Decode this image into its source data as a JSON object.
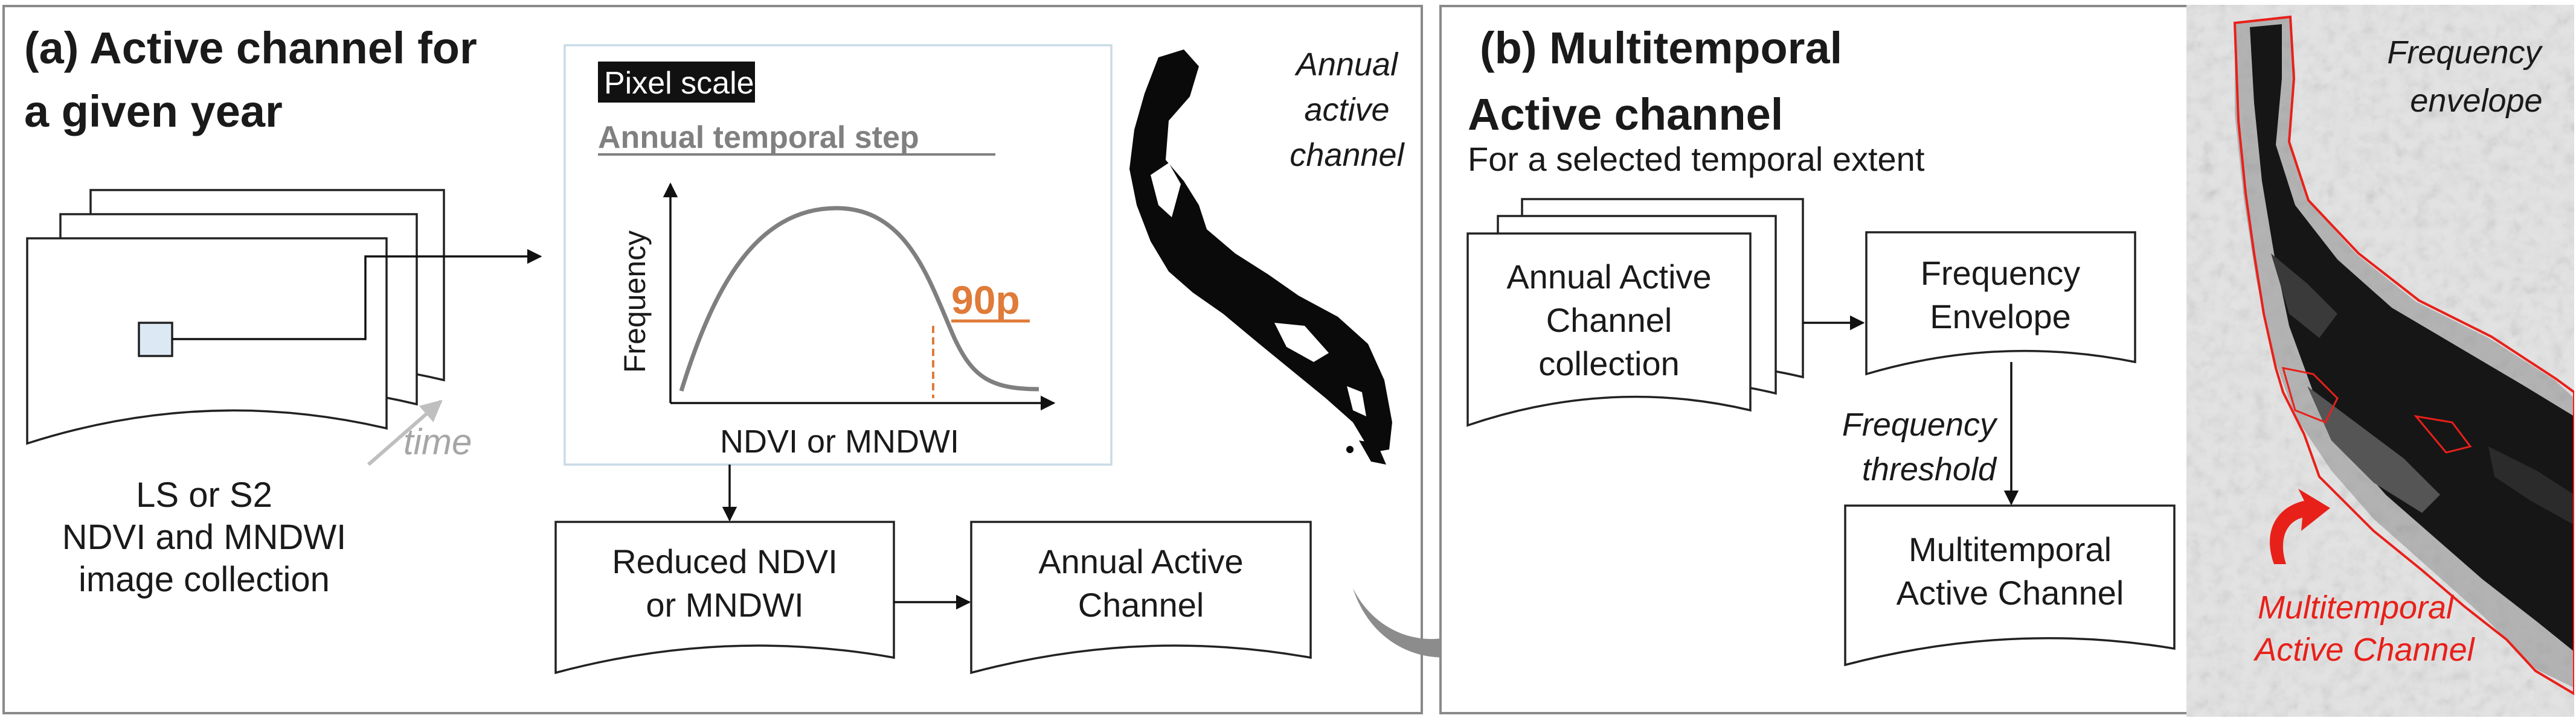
{
  "panel_a": {
    "title_line1": "(a) Active channel for",
    "title_line2": "a given year",
    "pixel_scale": "Pixel scale",
    "annual_step": "Annual temporal step",
    "y_axis_label": "Frequency",
    "x_axis_label": "NDVI or MNDWI",
    "percentile_label": "90p",
    "time_label": "time",
    "collection_line1": "LS  or S2",
    "collection_line2": "NDVI and MNDWI",
    "collection_line3": "image collection",
    "reduced_line1": "Reduced NDVI",
    "reduced_line2": "or MNDWI",
    "annual_out_line1": "Annual Active",
    "annual_out_line2": "Channel",
    "map_label_line1": "Annual",
    "map_label_line2": "active",
    "map_label_line3": "channel"
  },
  "panel_b": {
    "title_line1": "(b) Multitemporal",
    "title_line2": "Active channel",
    "subtitle": "For a selected temporal  extent",
    "collection_line1": "Annual Active",
    "collection_line2": "Channel",
    "collection_line3": "collection",
    "envelope_line1": "Frequency",
    "envelope_line2": "Envelope",
    "threshold_line1": "Frequency",
    "threshold_line2": "threshold",
    "output_line1": "Multitemporal",
    "output_line2": "Active Channel",
    "map_label_line1": "Frequency",
    "map_label_line2": "envelope",
    "map_red_line1": "Multitemporal",
    "map_red_line2": "Active Channel"
  },
  "colors": {
    "accent_orange": "#E07B39",
    "highlight_red": "#E8201A",
    "curve_gray": "#7f7f7f",
    "arrow_gray": "#8c8c8c",
    "pixel_fill": "#dce9f5"
  }
}
